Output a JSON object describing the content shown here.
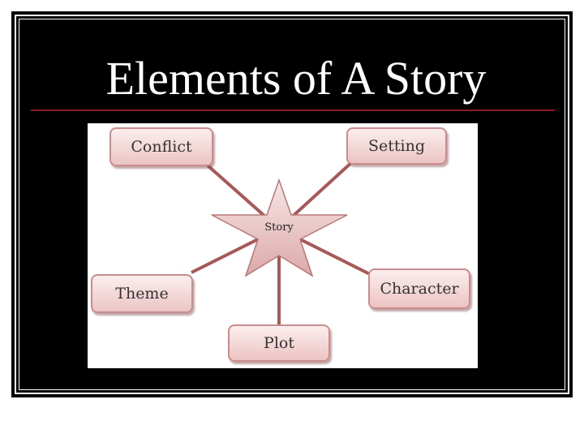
{
  "slide": {
    "title": "Elements of A Story"
  },
  "diagram": {
    "center_label": "Story",
    "nodes": [
      {
        "id": "conflict",
        "label": "Conflict"
      },
      {
        "id": "setting",
        "label": "Setting"
      },
      {
        "id": "theme",
        "label": "Theme"
      },
      {
        "id": "character",
        "label": "Character"
      },
      {
        "id": "plot",
        "label": "Plot"
      }
    ]
  },
  "colors": {
    "background": "#000000",
    "frame": "#ffffff",
    "title_text": "#ffffff",
    "title_rule": "#8c1c1c",
    "connector": "#a85858",
    "node_fill": "#f2d3d3",
    "node_border": "#c98c8c",
    "star_fill": "#ebc4c4"
  }
}
